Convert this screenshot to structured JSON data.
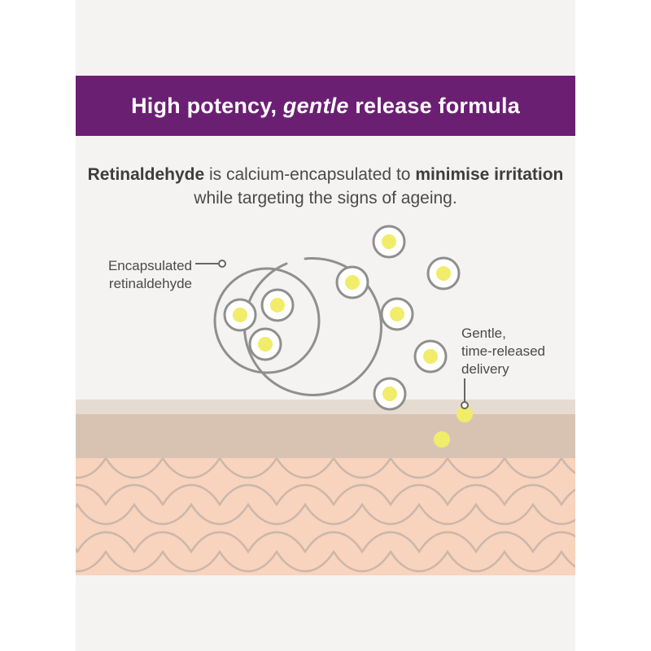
{
  "header": {
    "title_pre": "High potency, ",
    "title_em": "gentle",
    "title_post": " release formula",
    "bg_color": "#6b1f73"
  },
  "description": {
    "part1_bold": "Retinaldehyde",
    "part2": " is calcium-encapsulated to ",
    "part3_bold": "minimise irritation",
    "part4": " while targeting the signs of ageing."
  },
  "labels": {
    "encapsulated_line1": "Encapsulated",
    "encapsulated_line2": "retinaldehyde",
    "gentle_line1": "Gentle,",
    "gentle_line2": "time-released",
    "gentle_line3": "delivery"
  },
  "colors": {
    "capsule_yellow": "#f1ec6a",
    "ring_gray": "#8f8f8f",
    "skin_top": "#e6dbd0",
    "skin_mid": "#d8c3b3",
    "skin_cells": "#f8d3bd",
    "cell_lines": "#cbb7aa"
  }
}
